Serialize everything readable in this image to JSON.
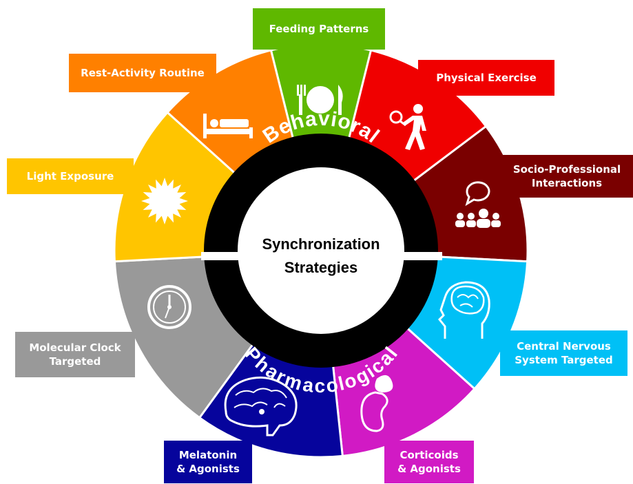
{
  "center": {
    "line1": "Synchronization",
    "line2": "Strategies"
  },
  "ring": {
    "top_label": "Behavioral",
    "bottom_label": "Pharmacological"
  },
  "segments": [
    {
      "key": "feeding",
      "label": [
        "Feeding Patterns"
      ],
      "color": "#5fb800",
      "icon": "plate-cutlery-icon"
    },
    {
      "key": "exercise",
      "label": [
        "Physical Exercise"
      ],
      "color": "#f00000",
      "icon": "tennis-player-icon"
    },
    {
      "key": "socio",
      "label": [
        "Socio-Professional",
        "Interactions"
      ],
      "color": "#7a0000",
      "icon": "group-speech-icon"
    },
    {
      "key": "cns",
      "label": [
        "Central Nervous",
        "System Targeted"
      ],
      "color": "#00c0f6",
      "icon": "head-brain-icon"
    },
    {
      "key": "corticoids",
      "label": [
        "Corticoids",
        "& Agonists"
      ],
      "color": "#d11ac4",
      "icon": "kidney-adrenal-icon"
    },
    {
      "key": "melatonin",
      "label": [
        "Melatonin",
        "& Agonists"
      ],
      "color": "#06049c",
      "icon": "brain-section-icon"
    },
    {
      "key": "molecular",
      "label": [
        "Molecular Clock",
        "Targeted"
      ],
      "color": "#999999",
      "icon": "clock-icon"
    },
    {
      "key": "light",
      "label": [
        "Light Exposure"
      ],
      "color": "#ffc500",
      "icon": "sun-icon"
    },
    {
      "key": "rest",
      "label": [
        "Rest-Activity Routine"
      ],
      "color": "#ff8000",
      "icon": "bed-icon"
    }
  ]
}
